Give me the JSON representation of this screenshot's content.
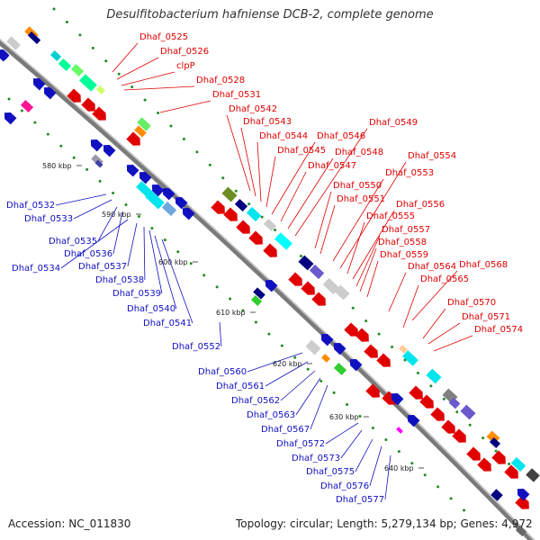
{
  "title": "Desulfitobacterium hafniense DCB-2, complete genome",
  "footer": {
    "accession": "Accession: NC_011830",
    "summary": "Topology: circular; Length: 5,279,134 bp; Genes: 4,972"
  },
  "colors": {
    "red_label": "#e00000",
    "blue_label": "#1010c0"
  },
  "ticks": [
    "580 kbp",
    "590 kbp",
    "600 kbp",
    "610 kbp",
    "620 kbp",
    "630 kbp",
    "640 kbp"
  ],
  "red_labels": [
    "Dhaf_0525",
    "Dhaf_0526",
    "clpP",
    "Dhaf_0528",
    "Dhaf_0531",
    "Dhaf_0542",
    "Dhaf_0543",
    "Dhaf_0544",
    "Dhaf_0545",
    "Dhaf_0546",
    "Dhaf_0547",
    "Dhaf_0548",
    "Dhaf_0549",
    "Dhaf_0550",
    "Dhaf_0551",
    "Dhaf_0553",
    "Dhaf_0554",
    "Dhaf_0555",
    "Dhaf_0556",
    "Dhaf_0557",
    "Dhaf_0558",
    "Dhaf_0559",
    "Dhaf_0564",
    "Dhaf_0565",
    "Dhaf_0568",
    "Dhaf_0570",
    "Dhaf_0571",
    "Dhaf_0574"
  ],
  "blue_labels": [
    "Dhaf_0532",
    "Dhaf_0533",
    "Dhaf_0535",
    "Dhaf_0536",
    "Dhaf_0534",
    "Dhaf_0537",
    "Dhaf_0538",
    "Dhaf_0539",
    "Dhaf_0540",
    "Dhaf_0541",
    "Dhaf_0552",
    "Dhaf_0560",
    "Dhaf_0561",
    "Dhaf_0562",
    "Dhaf_0563",
    "Dhaf_0567",
    "Dhaf_0572",
    "Dhaf_0573",
    "Dhaf_0575",
    "Dhaf_0576",
    "Dhaf_0577"
  ]
}
